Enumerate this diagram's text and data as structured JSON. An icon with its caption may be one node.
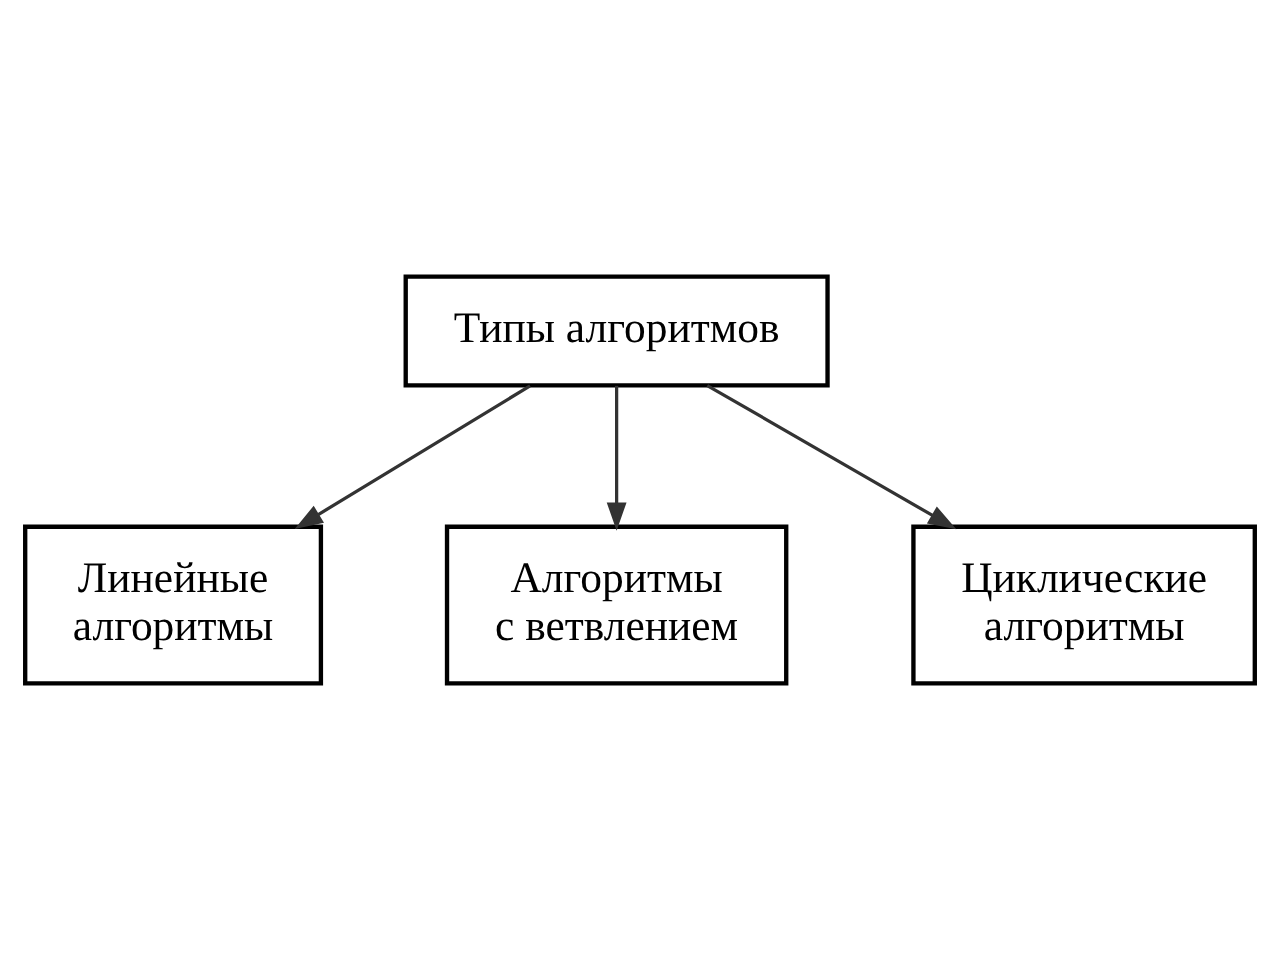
{
  "diagram": {
    "nodes": [
      {
        "text": [
          "Типы алгоритмов"
        ]
      },
      {
        "text": [
          "Линейные алгоритмы"
        ]
      },
      {
        "text": [
          "Алгоритмы с ветвлением"
        ]
      },
      {
        "text": [
          "Циклические алгоритмы"
        ]
      }
    ],
    "edges": [
      {
        "from": 0,
        "to": 1,
        "arrow": "to"
      },
      {
        "from": 0,
        "to": 2,
        "arrow": "to"
      },
      {
        "from": 0,
        "to": 3,
        "arrow": "to"
      }
    ]
  }
}
